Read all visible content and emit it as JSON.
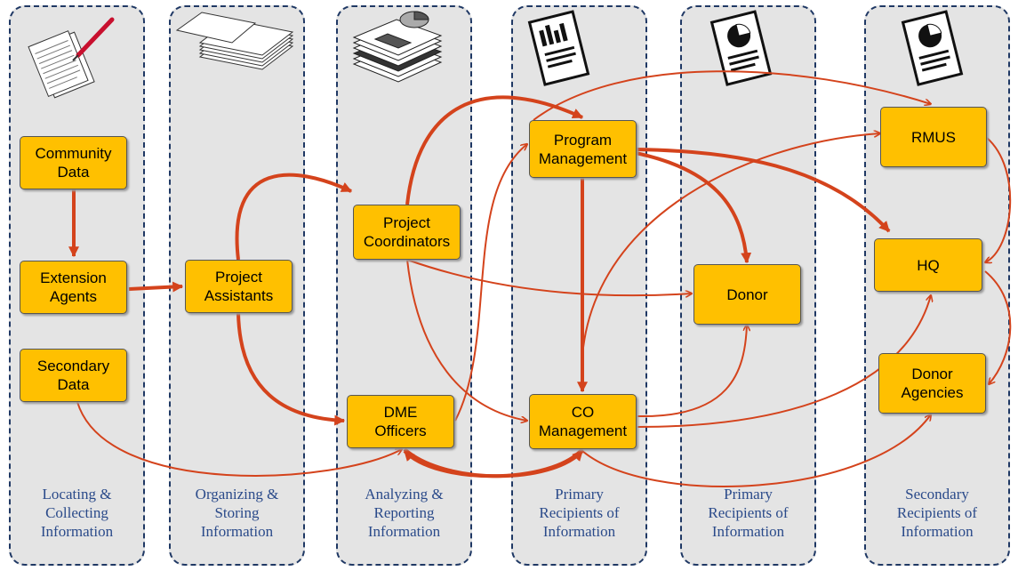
{
  "columns": [
    {
      "id": "col1",
      "label": "Locating &\nCollecting\nInformation"
    },
    {
      "id": "col2",
      "label": "Organizing &\nStoring\nInformation"
    },
    {
      "id": "col3",
      "label": "Analyzing &\nReporting\nInformation"
    },
    {
      "id": "col4",
      "label": "Primary\nRecipients of\nInformation"
    },
    {
      "id": "col5",
      "label": "Primary\nRecipients of\nInformation"
    },
    {
      "id": "col6",
      "label": "Secondary\nRecipients of\nInformation"
    }
  ],
  "nodes": {
    "community_data": "Community\nData",
    "extension_agents": "Extension\nAgents",
    "secondary_data": "Secondary\nData",
    "project_assistants": "Project\nAssistants",
    "project_coordinators": "Project\nCoordinators",
    "dme_officers": "DME\nOfficers",
    "program_management": "Program\nManagement",
    "co_management": "CO\nManagement",
    "donor": "Donor",
    "rmus": "RMUS",
    "hq": "HQ",
    "donor_agencies": "Donor\nAgencies"
  },
  "icons": [
    "notepad-pen-icon",
    "paper-stack-icon",
    "report-stack-icon",
    "bar-chart-report-icon",
    "pie-chart-report-icon",
    "pie-chart-report-icon"
  ],
  "colors": {
    "node_fill": "#ffc000",
    "arrow": "#d4431c",
    "column_fill": "#e4e4e4",
    "column_border": "#1f3864",
    "label_text": "#2a4a8a"
  }
}
